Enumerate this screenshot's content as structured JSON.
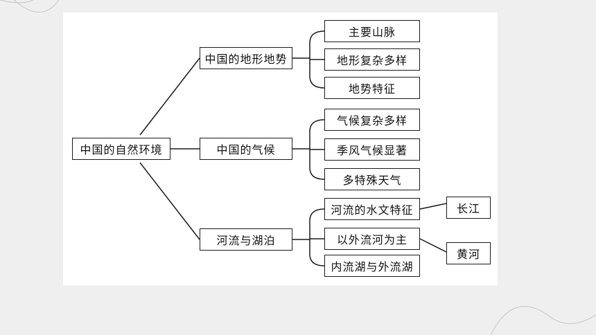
{
  "diagram": {
    "root": "中国的自然环境",
    "branches": [
      {
        "label": "中国的地形地势",
        "children": [
          "主要山脉",
          "地形复杂多样",
          "地势特征"
        ]
      },
      {
        "label": "中国的气候",
        "children": [
          "气候复杂多样",
          "季风气候显著",
          "多特殊天气"
        ]
      },
      {
        "label": "河流与湖泊",
        "children": [
          "河流的水文特征",
          "以外流河为主",
          "内流湖与外流湖"
        ]
      }
    ],
    "rivers": [
      "长江",
      "黄河"
    ]
  },
  "colors": {
    "background": "#efefef",
    "panel": "#ffffff",
    "line": "#1a1a1a",
    "decoration": "#c4c4c4"
  }
}
